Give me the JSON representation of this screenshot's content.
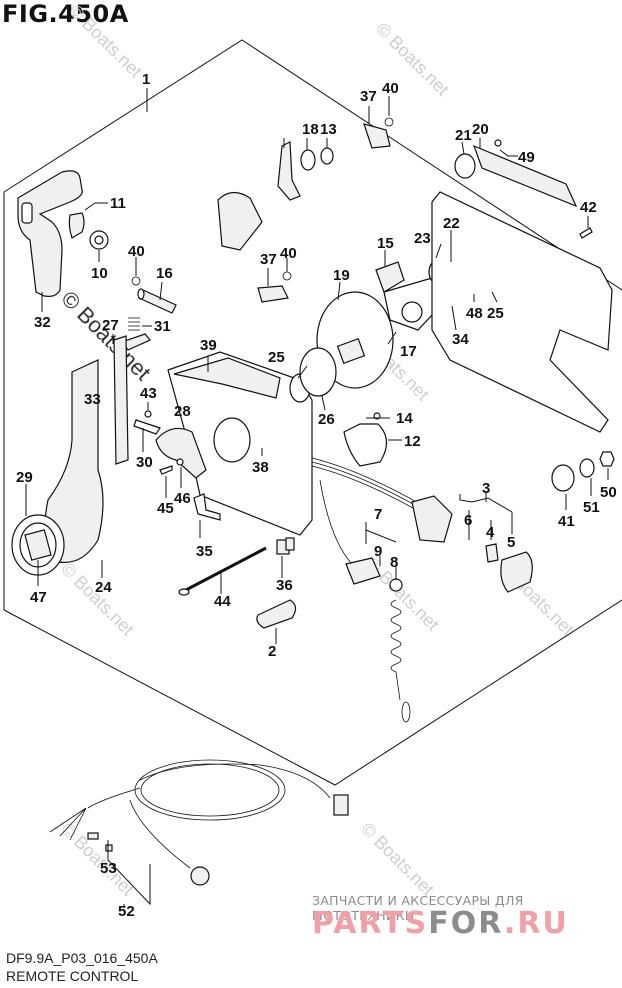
{
  "figure": {
    "title": "FIG.450A",
    "model_code": "DF9.9A_P03_016_450A",
    "section_name": "REMOTE CONTROL"
  },
  "watermarks": {
    "boats": "© Boats.net",
    "brand_subtitle": "ЗАПЧАСТИ И АКСЕССУАРЫ ДЛЯ МОТОТЕХНИКИ",
    "brand_part1": "PARTS",
    "brand_part2": "FOR",
    "brand_part3": ".RU"
  },
  "callouts": [
    {
      "id": "1",
      "label": "1"
    },
    {
      "id": "2",
      "label": "2"
    },
    {
      "id": "3",
      "label": "3"
    },
    {
      "id": "4",
      "label": "4"
    },
    {
      "id": "5",
      "label": "5"
    },
    {
      "id": "6",
      "label": "6"
    },
    {
      "id": "7",
      "label": "7"
    },
    {
      "id": "8",
      "label": "8"
    },
    {
      "id": "9",
      "label": "9"
    },
    {
      "id": "10",
      "label": "10"
    },
    {
      "id": "11",
      "label": "11"
    },
    {
      "id": "12",
      "label": "12"
    },
    {
      "id": "13",
      "label": "13"
    },
    {
      "id": "14",
      "label": "14"
    },
    {
      "id": "15",
      "label": "15"
    },
    {
      "id": "16",
      "label": "16"
    },
    {
      "id": "17",
      "label": "17"
    },
    {
      "id": "18",
      "label": "18"
    },
    {
      "id": "19",
      "label": "19"
    },
    {
      "id": "20",
      "label": "20"
    },
    {
      "id": "21",
      "label": "21"
    },
    {
      "id": "22",
      "label": "22"
    },
    {
      "id": "23",
      "label": "23"
    },
    {
      "id": "24",
      "label": "24"
    },
    {
      "id": "25a",
      "label": "25"
    },
    {
      "id": "25b",
      "label": "25"
    },
    {
      "id": "26",
      "label": "26"
    },
    {
      "id": "27",
      "label": "27"
    },
    {
      "id": "28",
      "label": "28"
    },
    {
      "id": "29",
      "label": "29"
    },
    {
      "id": "30",
      "label": "30"
    },
    {
      "id": "31",
      "label": "31"
    },
    {
      "id": "32",
      "label": "32"
    },
    {
      "id": "33",
      "label": "33"
    },
    {
      "id": "34",
      "label": "34"
    },
    {
      "id": "35",
      "label": "35"
    },
    {
      "id": "36",
      "label": "36"
    },
    {
      "id": "37a",
      "label": "37"
    },
    {
      "id": "37b",
      "label": "37"
    },
    {
      "id": "38",
      "label": "38"
    },
    {
      "id": "39",
      "label": "39"
    },
    {
      "id": "40a",
      "label": "40"
    },
    {
      "id": "40b",
      "label": "40"
    },
    {
      "id": "40c",
      "label": "40"
    },
    {
      "id": "41",
      "label": "41"
    },
    {
      "id": "42",
      "label": "42"
    },
    {
      "id": "43",
      "label": "43"
    },
    {
      "id": "44",
      "label": "44"
    },
    {
      "id": "45",
      "label": "45"
    },
    {
      "id": "46",
      "label": "46"
    },
    {
      "id": "47",
      "label": "47"
    },
    {
      "id": "48",
      "label": "48"
    },
    {
      "id": "49",
      "label": "49"
    },
    {
      "id": "50",
      "label": "50"
    },
    {
      "id": "51",
      "label": "51"
    },
    {
      "id": "52",
      "label": "52"
    },
    {
      "id": "53",
      "label": "53"
    }
  ]
}
